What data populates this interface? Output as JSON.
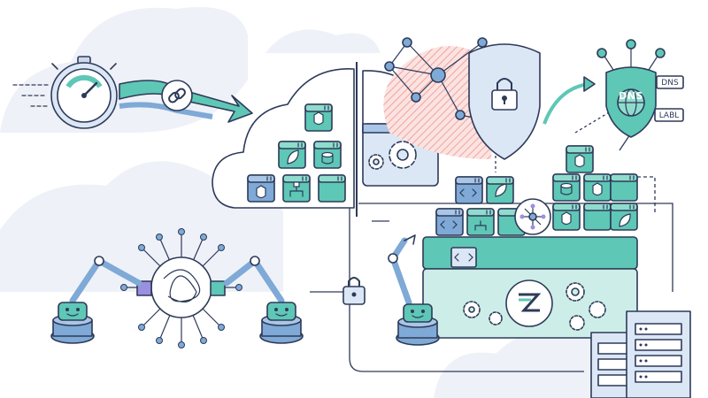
{
  "illustration": {
    "dns_badge_text": "DNS",
    "dns_tag_1": "DNS",
    "dns_tag_2": "LABL",
    "colors": {
      "outline": "#2e3a59",
      "teal": "#5ec7b6",
      "teal_light": "#cdeee8",
      "blue": "#7fa9d6",
      "blue_light": "#dbe7f5",
      "green": "#6fcf97",
      "purple": "#9b8fe0",
      "pink_hatch": "#f4b7b3",
      "cloud_bg": "#eef1f7"
    },
    "icons": [
      "stopwatch-icon",
      "chain-link-icon",
      "cloud-icon",
      "gear-icon",
      "padlock-icon",
      "network-node-icon",
      "shield-icon",
      "dns-shield-icon",
      "code-icon",
      "leaf-icon",
      "database-icon",
      "hierarchy-icon",
      "robot-arm-icon",
      "server-rack-icon",
      "brand-logo-icon"
    ]
  }
}
